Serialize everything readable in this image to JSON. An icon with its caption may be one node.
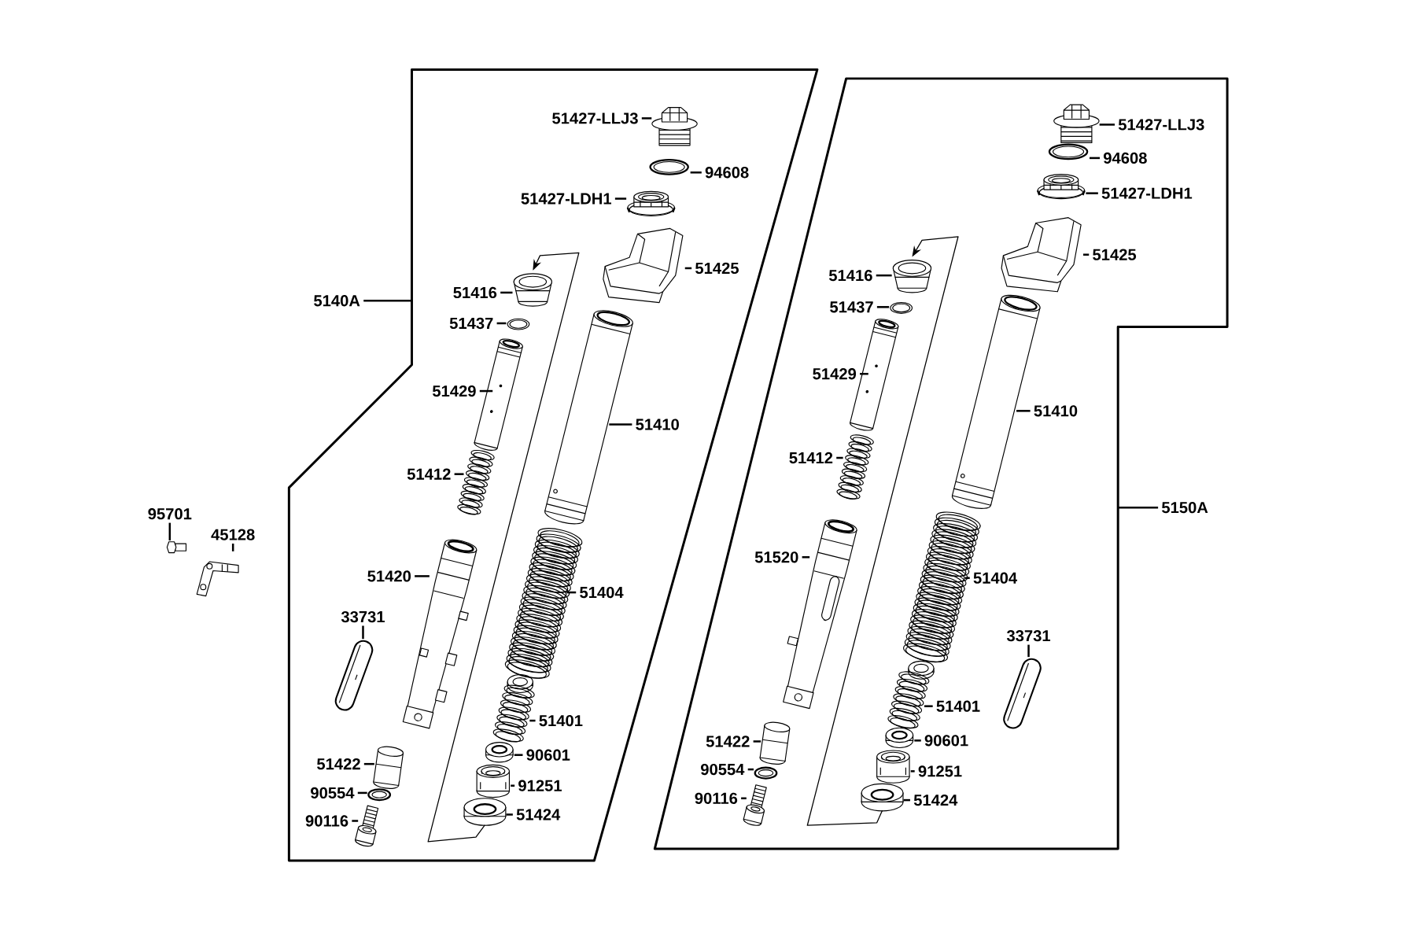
{
  "diagram": {
    "nodes": [
      {
        "text": [
          "95701"
        ]
      },
      {
        "text": [],
        "shape": "picture"
      },
      {
        "text": [
          "45128"
        ]
      },
      {
        "text": [],
        "shape": "picture"
      },
      {
        "text": [],
        "shape": "box"
      },
      {
        "text": [
          "5140A"
        ]
      },
      {
        "text": [
          "51427-LLJ3"
        ],
        "in": 4
      },
      {
        "text": [],
        "shape": "picture",
        "in": 4
      },
      {
        "text": [
          "94608"
        ],
        "in": 4
      },
      {
        "text": [],
        "shape": "picture",
        "in": 4
      },
      {
        "text": [
          "51427-LDH1"
        ],
        "in": 4
      },
      {
        "text": [],
        "shape": "picture",
        "in": 4
      },
      {
        "text": [
          "51425"
        ],
        "in": 4
      },
      {
        "text": [],
        "shape": "picture",
        "in": 4
      },
      {
        "text": [
          "51416"
        ],
        "in": 4
      },
      {
        "text": [],
        "shape": "picture",
        "in": 4
      },
      {
        "text": [
          "51437"
        ],
        "in": 4
      },
      {
        "text": [],
        "shape": "picture",
        "in": 4
      },
      {
        "text": [
          "51429"
        ],
        "in": 4
      },
      {
        "text": [],
        "shape": "picture",
        "in": 4
      },
      {
        "text": [
          "51410"
        ],
        "in": 4
      },
      {
        "text": [],
        "shape": "picture",
        "in": 4
      },
      {
        "text": [
          "51412"
        ],
        "in": 4
      },
      {
        "text": [],
        "shape": "picture",
        "in": 4
      },
      {
        "text": [
          "51420"
        ],
        "in": 4
      },
      {
        "text": [],
        "shape": "picture",
        "in": 4
      },
      {
        "text": [
          "51404"
        ],
        "in": 4
      },
      {
        "text": [],
        "shape": "picture",
        "in": 4
      },
      {
        "text": [
          "33731"
        ],
        "in": 4
      },
      {
        "text": [],
        "shape": "picture",
        "in": 4
      },
      {
        "text": [
          "51401"
        ],
        "in": 4
      },
      {
        "text": [],
        "shape": "picture",
        "in": 4
      },
      {
        "text": [
          "90601"
        ],
        "in": 4
      },
      {
        "text": [],
        "shape": "picture",
        "in": 4
      },
      {
        "text": [
          "51422"
        ],
        "in": 4
      },
      {
        "text": [],
        "shape": "picture",
        "in": 4
      },
      {
        "text": [
          "91251"
        ],
        "in": 4
      },
      {
        "text": [],
        "shape": "picture",
        "in": 4
      },
      {
        "text": [
          "90554"
        ],
        "in": 4
      },
      {
        "text": [],
        "shape": "picture",
        "in": 4
      },
      {
        "text": [
          "51424"
        ],
        "in": 4
      },
      {
        "text": [],
        "shape": "picture",
        "in": 4
      },
      {
        "text": [
          "90116"
        ],
        "in": 4
      },
      {
        "text": [],
        "shape": "picture",
        "in": 4
      },
      {
        "text": [],
        "shape": "box"
      },
      {
        "text": [
          "5150A"
        ]
      },
      {
        "text": [
          "51427-LLJ3"
        ],
        "in": 44
      },
      {
        "text": [],
        "shape": "picture",
        "in": 44
      },
      {
        "text": [
          "94608"
        ],
        "in": 44
      },
      {
        "text": [],
        "shape": "picture",
        "in": 44
      },
      {
        "text": [
          "51427-LDH1"
        ],
        "in": 44
      },
      {
        "text": [],
        "shape": "picture",
        "in": 44
      },
      {
        "text": [
          "51425"
        ],
        "in": 44
      },
      {
        "text": [],
        "shape": "picture",
        "in": 44
      },
      {
        "text": [
          "51416"
        ],
        "in": 44
      },
      {
        "text": [],
        "shape": "picture",
        "in": 44
      },
      {
        "text": [
          "51437"
        ],
        "in": 44
      },
      {
        "text": [],
        "shape": "picture",
        "in": 44
      },
      {
        "text": [
          "51429"
        ],
        "in": 44
      },
      {
        "text": [],
        "shape": "picture",
        "in": 44
      },
      {
        "text": [
          "51410"
        ],
        "in": 44
      },
      {
        "text": [],
        "shape": "picture",
        "in": 44
      },
      {
        "text": [
          "51412"
        ],
        "in": 44
      },
      {
        "text": [],
        "shape": "picture",
        "in": 44
      },
      {
        "text": [
          "51520"
        ],
        "in": 44
      },
      {
        "text": [],
        "shape": "picture",
        "in": 44
      },
      {
        "text": [
          "51404"
        ],
        "in": 44
      },
      {
        "text": [],
        "shape": "picture",
        "in": 44
      },
      {
        "text": [
          "33731"
        ],
        "in": 44
      },
      {
        "text": [],
        "shape": "picture",
        "in": 44
      },
      {
        "text": [
          "51401"
        ],
        "in": 44
      },
      {
        "text": [],
        "shape": "picture",
        "in": 44
      },
      {
        "text": [
          "90601"
        ],
        "in": 44
      },
      {
        "text": [],
        "shape": "picture",
        "in": 44
      },
      {
        "text": [
          "51422"
        ],
        "in": 44
      },
      {
        "text": [],
        "shape": "picture",
        "in": 44
      },
      {
        "text": [
          "91251"
        ],
        "in": 44
      },
      {
        "text": [],
        "shape": "picture",
        "in": 44
      },
      {
        "text": [
          "90554"
        ],
        "in": 44
      },
      {
        "text": [],
        "shape": "picture",
        "in": 44
      },
      {
        "text": [
          "51424"
        ],
        "in": 44
      },
      {
        "text": [],
        "shape": "picture",
        "in": 44
      },
      {
        "text": [
          "90116"
        ],
        "in": 44
      },
      {
        "text": [],
        "shape": "picture",
        "in": 44
      }
    ],
    "edges": [
      {
        "from": 0,
        "to": 1,
        "arrow": "none"
      },
      {
        "from": 2,
        "to": 3,
        "arrow": "none"
      },
      {
        "from": 5,
        "to": 4,
        "arrow": "none"
      },
      {
        "from": 6,
        "to": 7,
        "arrow": "none"
      },
      {
        "from": 8,
        "to": 9,
        "arrow": "none"
      },
      {
        "from": 10,
        "to": 11,
        "arrow": "none"
      },
      {
        "from": 12,
        "to": 13,
        "arrow": "none"
      },
      {
        "from": 14,
        "to": 15,
        "arrow": "none"
      },
      {
        "from": 16,
        "to": 17,
        "arrow": "none"
      },
      {
        "from": 18,
        "to": 19,
        "arrow": "none"
      },
      {
        "from": 20,
        "to": 21,
        "arrow": "none"
      },
      {
        "from": 22,
        "to": 23,
        "arrow": "none"
      },
      {
        "from": 24,
        "to": 25,
        "arrow": "none"
      },
      {
        "from": 26,
        "to": 27,
        "arrow": "none"
      },
      {
        "from": 28,
        "to": 29,
        "arrow": "none"
      },
      {
        "from": 30,
        "to": 31,
        "arrow": "none"
      },
      {
        "from": 32,
        "to": 33,
        "arrow": "none"
      },
      {
        "from": 34,
        "to": 35,
        "arrow": "none"
      },
      {
        "from": 36,
        "to": 37,
        "arrow": "none"
      },
      {
        "from": 38,
        "to": 39,
        "arrow": "none"
      },
      {
        "from": 40,
        "to": 41,
        "arrow": "none"
      },
      {
        "from": 42,
        "to": 43,
        "arrow": "none"
      },
      {
        "from": 45,
        "to": 44,
        "arrow": "none"
      },
      {
        "from": 46,
        "to": 47,
        "arrow": "none"
      },
      {
        "from": 48,
        "to": 49,
        "arrow": "none"
      },
      {
        "from": 50,
        "to": 51,
        "arrow": "none"
      },
      {
        "from": 52,
        "to": 53,
        "arrow": "none"
      },
      {
        "from": 54,
        "to": 55,
        "arrow": "none"
      },
      {
        "from": 56,
        "to": 57,
        "arrow": "none"
      },
      {
        "from": 58,
        "to": 59,
        "arrow": "none"
      },
      {
        "from": 60,
        "to": 61,
        "arrow": "none"
      },
      {
        "from": 62,
        "to": 63,
        "arrow": "none"
      },
      {
        "from": 64,
        "to": 65,
        "arrow": "none"
      },
      {
        "from": 66,
        "to": 67,
        "arrow": "none"
      },
      {
        "from": 68,
        "to": 69,
        "arrow": "none"
      },
      {
        "from": 70,
        "to": 71,
        "arrow": "none"
      },
      {
        "from": 72,
        "to": 73,
        "arrow": "none"
      },
      {
        "from": 74,
        "to": 75,
        "arrow": "none"
      },
      {
        "from": 76,
        "to": 77,
        "arrow": "none"
      },
      {
        "from": 78,
        "to": 79,
        "arrow": "none"
      },
      {
        "from": 80,
        "to": 81,
        "arrow": "none"
      },
      {
        "from": 82,
        "to": 83,
        "arrow": "none"
      },
      {
        "from": 41,
        "to": 15,
        "arrow": "to"
      },
      {
        "from": 81,
        "to": 55,
        "arrow": "to"
      }
    ]
  }
}
